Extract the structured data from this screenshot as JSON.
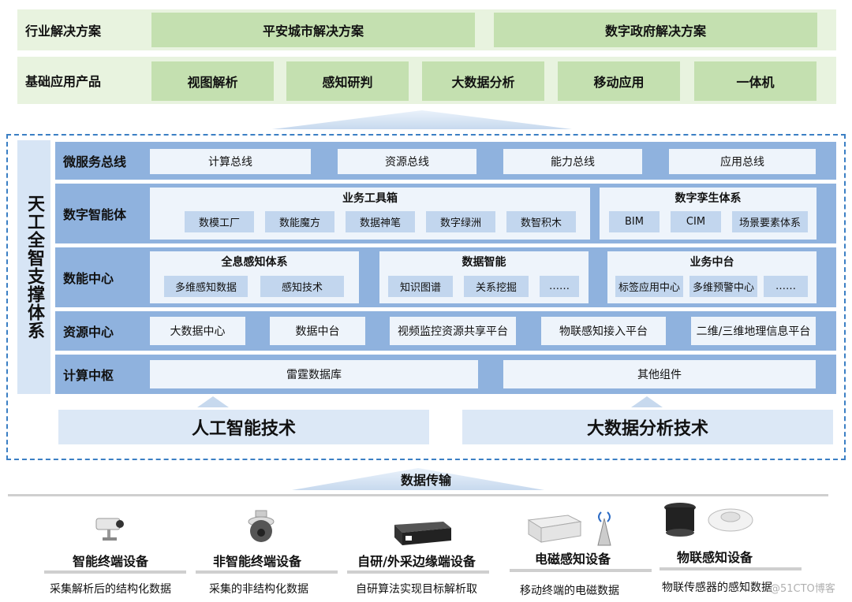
{
  "industry_row": {
    "label": "行业解决方案",
    "items": [
      "平安城市解决方案",
      "数字政府解决方案"
    ]
  },
  "product_row": {
    "label": "基础应用产品",
    "items": [
      "视图解析",
      "感知研判",
      "大数据分析",
      "移动应用",
      "一体机"
    ]
  },
  "support_system_title": "天工全智支撑体系",
  "layers": {
    "microservice": {
      "label": "微服务总线",
      "items": [
        "计算总线",
        "资源总线",
        "能力总线",
        "应用总线"
      ]
    },
    "digital_intelligence": {
      "label": "数字智能体",
      "toolbox": {
        "title": "业务工具箱",
        "items": [
          "数模工厂",
          "数能魔方",
          "数据神笔",
          "数字绿洲",
          "数智积木"
        ]
      },
      "twin": {
        "title": "数字孪生体系",
        "items": [
          "BIM",
          "CIM",
          "场景要素体系"
        ]
      }
    },
    "data_center": {
      "label": "数能中心",
      "perception": {
        "title": "全息感知体系",
        "items": [
          "多维感知数据",
          "感知技术"
        ]
      },
      "intelligence": {
        "title": "数据智能",
        "items": [
          "知识图谱",
          "关系挖掘",
          "……"
        ]
      },
      "business": {
        "title": "业务中台",
        "items": [
          "标签应用中心",
          "多维预警中心",
          "……"
        ]
      }
    },
    "resource_center": {
      "label": "资源中心",
      "items": [
        "大数据中心",
        "数据中台",
        "视频监控资源共享平台",
        "物联感知接入平台",
        "二维/三维地理信息平台"
      ]
    },
    "compute_hub": {
      "label": "计算中枢",
      "items": [
        "雷霆数据库",
        "其他组件"
      ]
    }
  },
  "technologies": [
    "人工智能技术",
    "大数据分析技术"
  ],
  "data_transfer_label": "数据传输",
  "devices": [
    {
      "title": "智能终端设备",
      "desc": "采集解析后的结构化数据",
      "icon": "smart-camera-icon"
    },
    {
      "title": "非智能终端设备",
      "desc": "采集的非结构化数据",
      "icon": "dome-camera-icon"
    },
    {
      "title": "自研/外采边缘端设备",
      "desc": "自研算法实现目标解析取",
      "icon": "edge-server-icon"
    },
    {
      "title": "电磁感知设备",
      "desc": "移动终端的电磁数据",
      "icon": "em-sensor-icon"
    },
    {
      "title": "物联感知设备",
      "desc": "物联传感器的感知数据",
      "icon": "iot-sensor-icon"
    }
  ],
  "watermark": "@51CTO博客",
  "colors": {
    "green_light": "#e8f3df",
    "green": "#c4e0b0",
    "blue_band": "#8fb2de",
    "blue_box": "#eef4fb",
    "frame": "#3b7fc4"
  }
}
